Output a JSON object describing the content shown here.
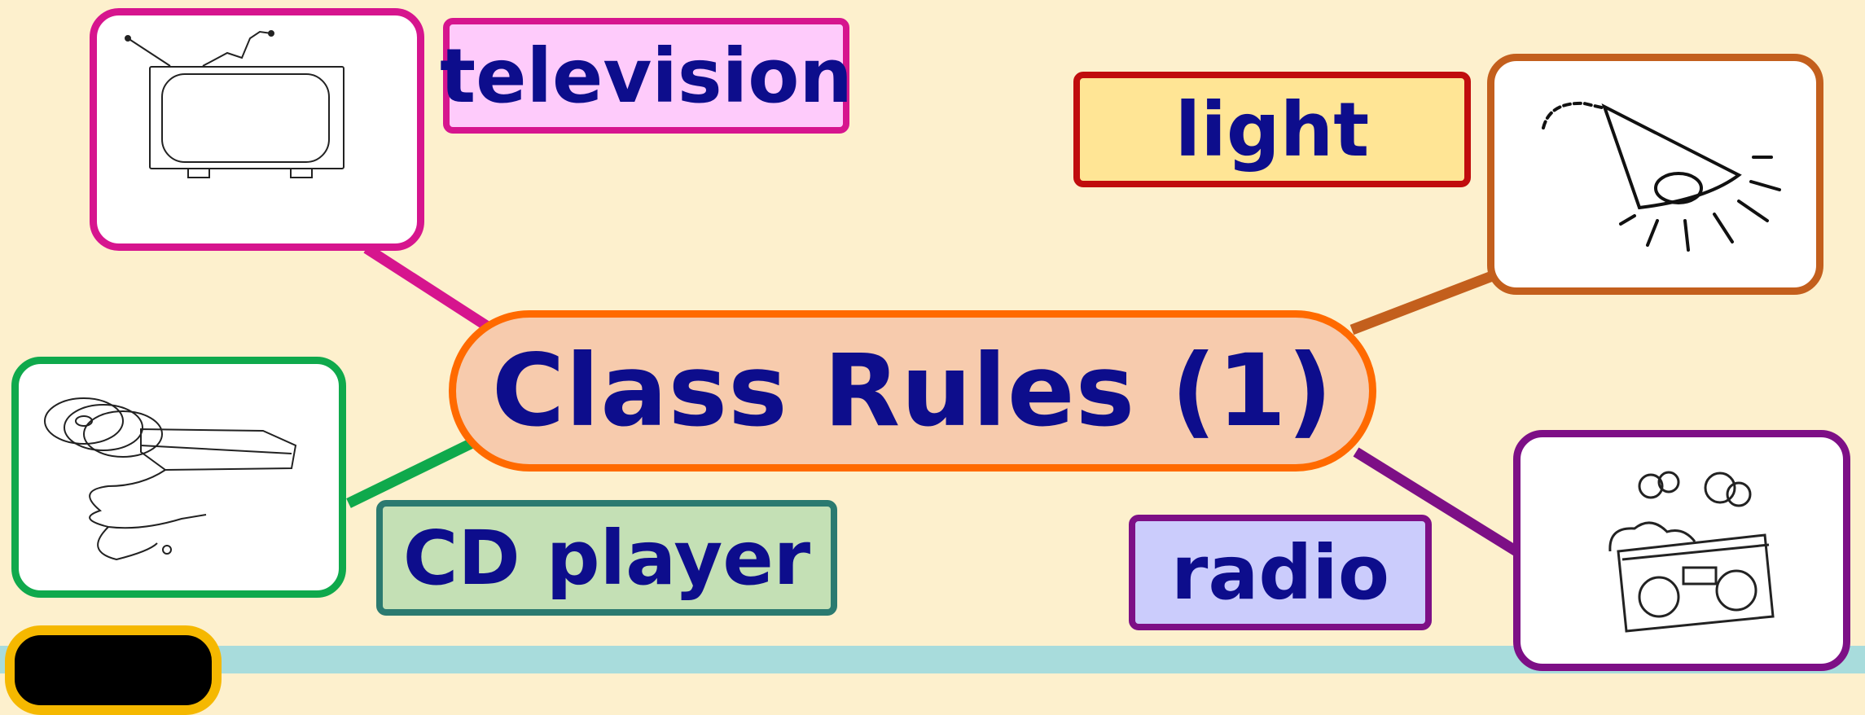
{
  "title": "Class Rules (1)",
  "nodes": {
    "television": {
      "label": "television",
      "icon": "television-icon",
      "color": "#d6158e"
    },
    "light": {
      "label": "light",
      "icon": "lamp-icon",
      "color": "#c35f1d"
    },
    "cd_player": {
      "label": "CD player",
      "icon": "cd-player-icon",
      "color": "#0fa94c"
    },
    "radio": {
      "label": "radio",
      "icon": "radio-icon",
      "color": "#7d0f86"
    }
  }
}
